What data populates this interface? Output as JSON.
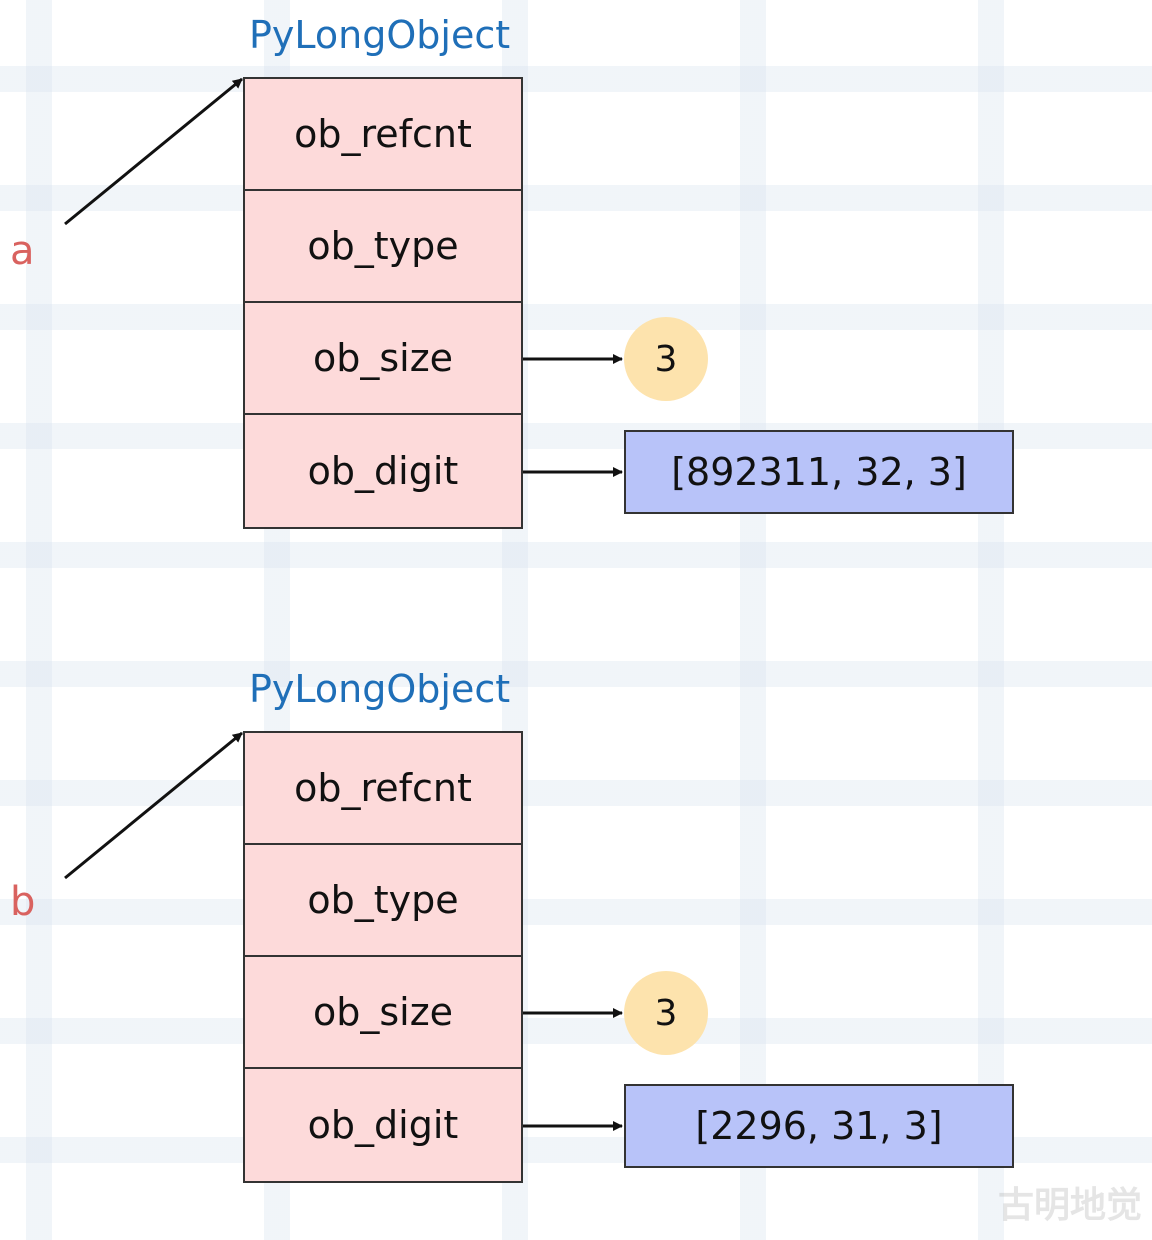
{
  "objects": [
    {
      "variable": "a",
      "type_name": "PyLongObject",
      "fields": [
        "ob_refcnt",
        "ob_type",
        "ob_size",
        "ob_digit"
      ],
      "ob_size_value": "3",
      "ob_digit_value": "[892311, 32, 3]"
    },
    {
      "variable": "b",
      "type_name": "PyLongObject",
      "fields": [
        "ob_refcnt",
        "ob_type",
        "ob_size",
        "ob_digit"
      ],
      "ob_size_value": "3",
      "ob_digit_value": "[2296, 31, 3]"
    }
  ],
  "watermark": "古明地觉",
  "colors": {
    "title": "#1f6fb8",
    "variable": "#d9625f",
    "struct_fill": "#fddada",
    "size_fill": "#fde3ad",
    "digit_fill": "#b8c3f9",
    "line": "#111111"
  }
}
